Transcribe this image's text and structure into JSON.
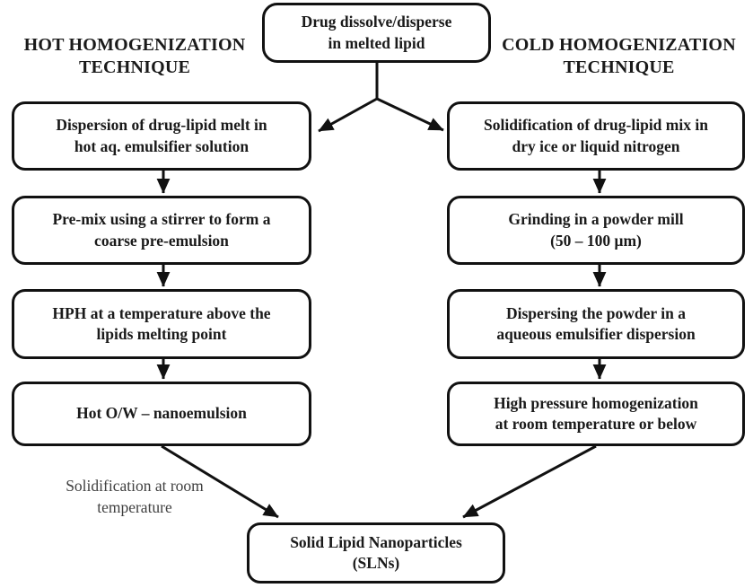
{
  "diagram": {
    "top_box": "Drug dissolve/disperse\nin melted lipid",
    "hot_header": "HOT HOMOGENIZATION\nTECHNIQUE",
    "cold_header": "COLD HOMOGENIZATION\nTECHNIQUE",
    "hot_steps": [
      "Dispersion of drug-lipid melt in\nhot aq. emulsifier solution",
      "Pre-mix using a stirrer to form a\ncoarse pre-emulsion",
      "HPH at a temperature above the\nlipids melting point",
      "Hot O/W – nanoemulsion"
    ],
    "cold_steps": [
      "Solidification of drug-lipid mix in\ndry ice or liquid nitrogen",
      "Grinding in a powder mill\n(50 – 100 μm)",
      "Dispersing the powder in a\naqueous emulsifier dispersion",
      "High pressure homogenization\nat room temperature or below"
    ],
    "side_note": "Solidification at room\ntemperature",
    "final_box": "Solid Lipid Nanoparticles\n(SLNs)",
    "colors": {
      "line": "#111111",
      "text": "#1a1a1a",
      "note": "#404040",
      "background": "#ffffff",
      "box_fill": "#ffffff"
    }
  }
}
